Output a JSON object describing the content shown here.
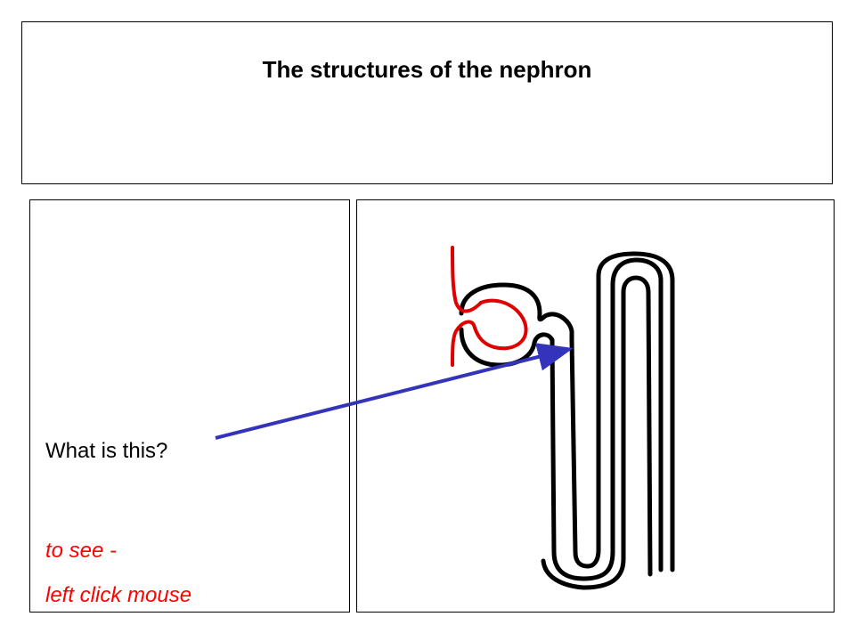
{
  "slide": {
    "title": "The structures of the nephron",
    "question": "What is this?",
    "hint_line_1": "to see -",
    "hint_line_2": "left click mouse"
  },
  "colors": {
    "tubule": "#000000",
    "capillary": "#e00000",
    "arrow": "#3333bb",
    "hint_text": "#ff0000"
  }
}
